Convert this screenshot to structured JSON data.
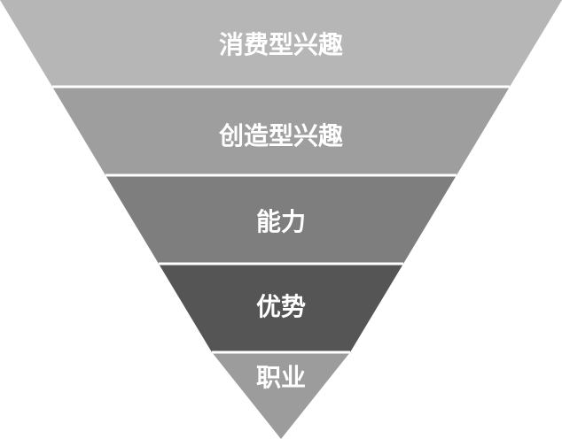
{
  "funnel": {
    "levels": [
      {
        "label": "消费型兴趣",
        "color": "#b6b6b6"
      },
      {
        "label": "创造型兴趣",
        "color": "#9e9e9e"
      },
      {
        "label": "能力",
        "color": "#7e7e7e"
      },
      {
        "label": "优势",
        "color": "#555555"
      },
      {
        "label": "职业",
        "color": "#9c9c9c"
      }
    ],
    "separator_color": "#ffffff"
  }
}
